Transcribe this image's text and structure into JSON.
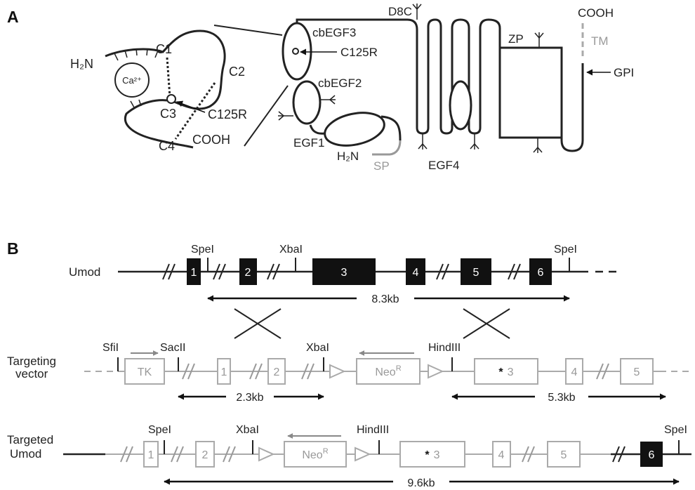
{
  "panelA": {
    "label": "A",
    "cys": {
      "nterm": "H₂N",
      "ca": "Ca²⁺",
      "c1": "C1",
      "c2": "C2",
      "c3": "C3",
      "c4": "C4",
      "c125r": "C125R",
      "cooh": "COOH"
    },
    "protein": {
      "cbegf3": "cbEGF3",
      "c125r": "C125R",
      "cbegf2": "cbEGF2",
      "egf1": "EGF1",
      "nterm": "H₂N",
      "sp": "SP",
      "d8c": "D8C",
      "egf4": "EGF4",
      "zp": "ZP",
      "cooh": "COOH",
      "tm": "TM",
      "gpi": "GPI"
    }
  },
  "panelB": {
    "label": "B",
    "umod": {
      "name": "Umod",
      "spe1": "SpeI",
      "xba": "XbaI",
      "spe2": "SpeI",
      "exons": [
        "1",
        "2",
        "3",
        "4",
        "5",
        "6"
      ],
      "size": "8.3kb"
    },
    "vector": {
      "name_line1": "Targeting",
      "name_line2": "vector",
      "sfi": "SfiI",
      "sac": "SacII",
      "xba": "XbaI",
      "hind": "HindIII",
      "tk": "TK",
      "neo": "Neo",
      "neo_sup": "R",
      "exons": [
        "1",
        "2",
        "3",
        "4",
        "5"
      ],
      "star": "*",
      "size_left": "2.3kb",
      "size_right": "5.3kb"
    },
    "targeted": {
      "name_line1": "Targeted",
      "name_line2": "Umod",
      "spe1": "SpeI",
      "xba": "XbaI",
      "hind": "HindIII",
      "spe2": "SpeI",
      "neo": "Neo",
      "neo_sup": "R",
      "exons": [
        "1",
        "2",
        "3",
        "4",
        "5",
        "6"
      ],
      "star": "*",
      "size": "9.6kb"
    }
  }
}
